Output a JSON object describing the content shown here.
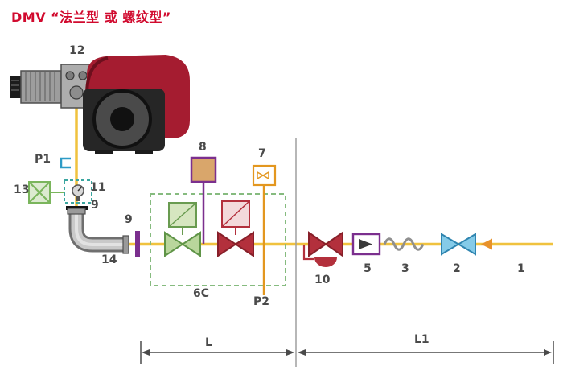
{
  "title": "DMV “法兰型 或 螺纹型”",
  "colors": {
    "title_red": "#d10a2e",
    "pipe_yellow": "#f0c23e",
    "valve_green_fill": "#b9d69c",
    "valve_green_stroke": "#5f9447",
    "valve_red_fill": "#b3303c",
    "valve_red_stroke": "#871f29",
    "valve_blue_fill": "#85cbe8",
    "valve_blue_stroke": "#2f85b0",
    "accent_purple": "#7b2f8e",
    "accent_orange": "#e3971f",
    "accent_teal": "#3aa6a0",
    "accent_blue_tap": "#2e9bc6",
    "box8_tan_fill": "#d9a66b",
    "group_box_dash_green": "#86bb7f",
    "burner_red": "#a51c30",
    "dimension_gray": "#4a4a4a"
  },
  "labels": {
    "burner": "12",
    "pressure_tap_top": "P1",
    "valve_13": "13",
    "gauge_11": "11",
    "bar_top_9": "9",
    "elbow_14": "14",
    "bar_left_9": "9",
    "actuator_8": "8",
    "switch_7": "7",
    "valve_group_6c": "6C",
    "pressure_tap_bottom": "P2",
    "valve_10": "10",
    "meter_5": "5",
    "hose_3": "3",
    "valve_2": "2",
    "pipe_1": "1",
    "dim_left": "L",
    "dim_right": "L1"
  }
}
